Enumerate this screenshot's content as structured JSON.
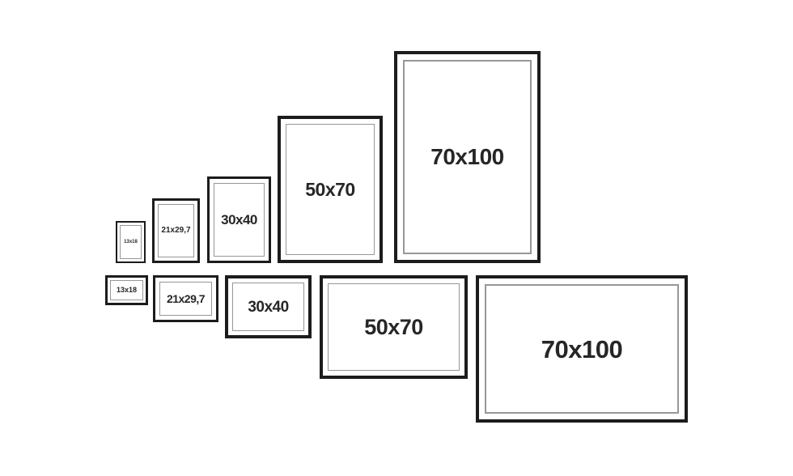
{
  "diagram": {
    "type": "picture-frame-size-comparison",
    "colors": {
      "background": "#ffffff",
      "frame_border": "#1c1c1c",
      "inner_line": "#979797",
      "label_text": "#262626"
    },
    "rows": {
      "portrait": {
        "orientation": "portrait",
        "frames": [
          {
            "label": "13x18"
          },
          {
            "label": "21x29,7"
          },
          {
            "label": "30x40"
          },
          {
            "label": "50x70"
          },
          {
            "label": "70x100"
          }
        ]
      },
      "landscape": {
        "orientation": "landscape",
        "frames": [
          {
            "label": "13x18"
          },
          {
            "label": "21x29,7"
          },
          {
            "label": "30x40"
          },
          {
            "label": "50x70"
          },
          {
            "label": "70x100"
          }
        ]
      }
    }
  }
}
